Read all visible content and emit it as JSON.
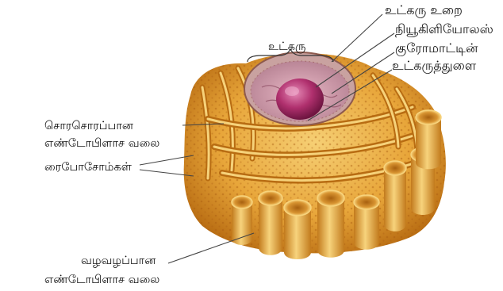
{
  "labels": {
    "nuclear_envelope": "உட்கரு உறை",
    "nucleolus": "நியூகிளியோலஸ்",
    "chromatin": "குரோமாட்டின்",
    "nuclear_pore": "உட்கருத்துளை",
    "nucleus": "உட்கரு",
    "rough_er_line1": "சொரசொரப்பான",
    "rough_er_line2": "எண்டோபிளாச வலை",
    "ribosomes": "ரைபோசோம்கள்",
    "smooth_er_line1": "வழவழப்பான",
    "smooth_er_line2": "எண்டோபிளாச வலை"
  },
  "colors": {
    "er_body": "#e8a63a",
    "er_highlight": "#f6d27a",
    "er_shadow": "#b86c12",
    "nucleus_envelope": "#c9a2a0",
    "nucleoplasm": "#d8a8b8",
    "nucleolus": "#b0306e",
    "ribosome_dot": "#a85a10"
  }
}
